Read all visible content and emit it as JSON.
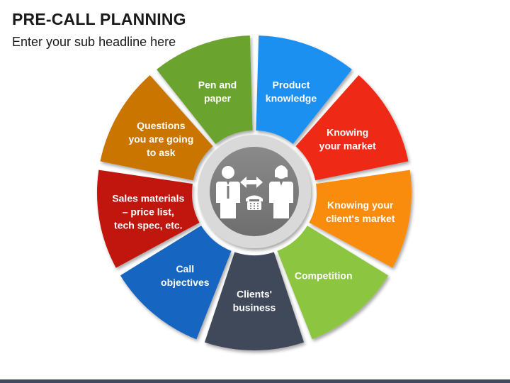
{
  "header": {
    "title": "PRE-CALL PLANNING",
    "subtitle": "Enter your sub headline here"
  },
  "center": {
    "icon": "business-call-icon"
  },
  "segments": [
    {
      "label": [
        "Product",
        "knowledge"
      ],
      "color": "#1E90F0"
    },
    {
      "label": [
        "Knowing",
        "your market"
      ],
      "color": "#EE2B13"
    },
    {
      "label": [
        "Knowing your",
        "client's market"
      ],
      "color": "#FA8C0A"
    },
    {
      "label": [
        "Competition"
      ],
      "color": "#8CC63F"
    },
    {
      "label": [
        "Clients'",
        "business"
      ],
      "color": "#3F4A5A"
    },
    {
      "label": [
        "Call",
        "objectives"
      ],
      "color": "#1565C0"
    },
    {
      "label": [
        "Sales materials",
        "– price list,",
        "tech spec, etc."
      ],
      "color": "#C0160C"
    },
    {
      "label": [
        "Questions",
        "you are going",
        "to ask"
      ],
      "color": "#C97506"
    },
    {
      "label": [
        "Pen and",
        "paper"
      ],
      "color": "#6AA32E"
    }
  ]
}
